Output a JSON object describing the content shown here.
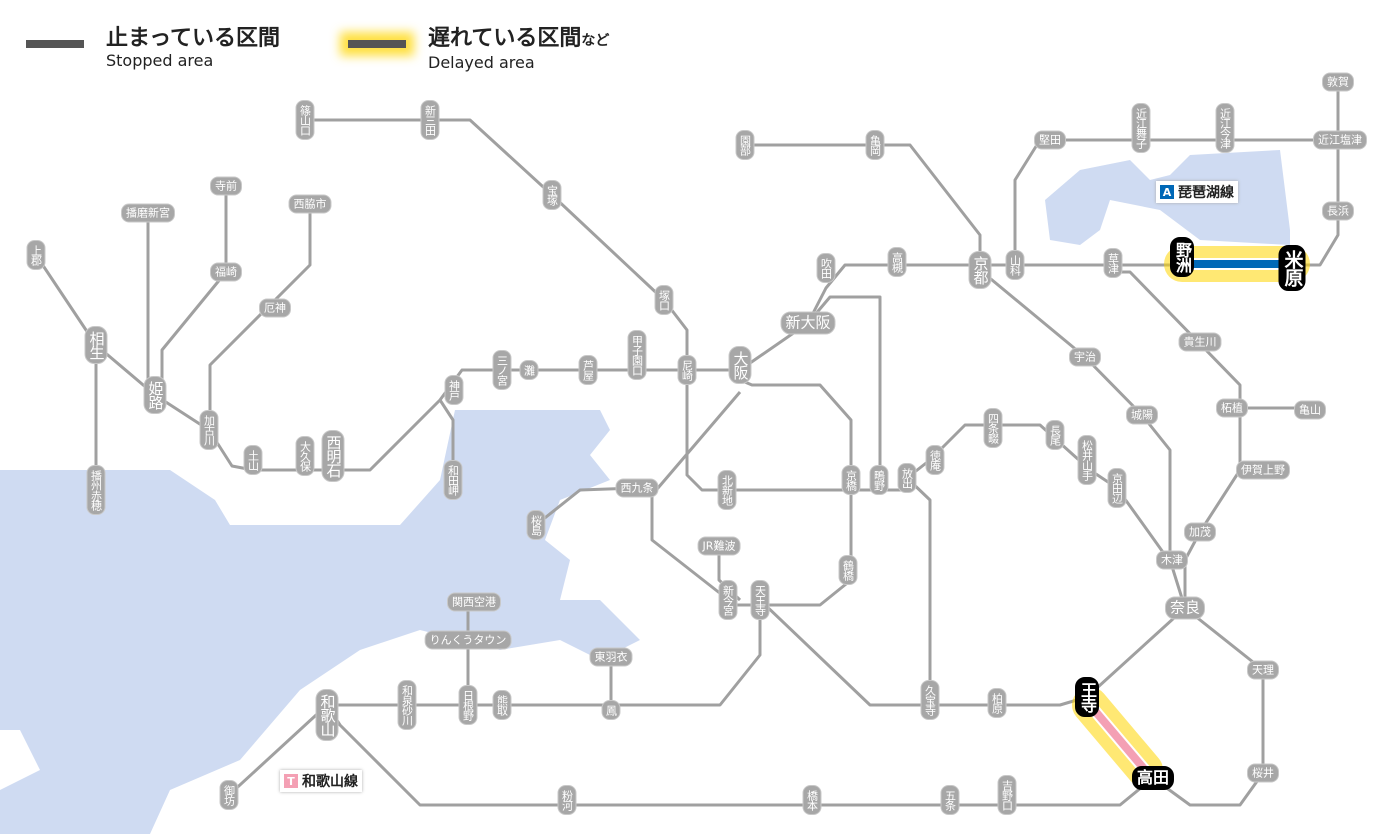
{
  "legend": {
    "stopped_jp": "止まっている区間",
    "stopped_en": "Stopped area",
    "delayed_jp": "遅れている区間",
    "delayed_suffix": "など",
    "delayed_en": "Delayed area"
  },
  "lines": {
    "biwako": {
      "badge": "A",
      "name": "琵琶湖線",
      "color": "#0068b7"
    },
    "wakayama": {
      "badge": "T",
      "name": "和歌山線",
      "color": "#f4a0b4"
    }
  },
  "colors": {
    "track": "#a0a0a0",
    "water": "#cfdbf2",
    "delay_glow": "#ffd600"
  },
  "stations": {
    "sasayamaguchi": "篠山口",
    "shinsanda": "新三田",
    "takarazuka": "宝塚",
    "teramae": "寺前",
    "harimashingu": "播磨新宮",
    "nishiwakishi": "西脇市",
    "kamigori": "上郡",
    "fukusaki": "福崎",
    "aioi": "相生",
    "himeji": "姫路",
    "yakujin": "厄神",
    "kakogawa": "加古川",
    "tsuchiyama": "土山",
    "okubo": "大久保",
    "nishiakashi": "西明石",
    "banshuako": "播州赤穂",
    "kobe": "神戸",
    "wadamisaki": "和田岬",
    "sannomiya": "三ノ宮",
    "nada": "灘",
    "ashiya": "芦屋",
    "koshienguchi": "甲子園口",
    "amagasaki": "尼崎",
    "tsukaguchi": "塚口",
    "osaka": "大阪",
    "shinosaka": "新大阪",
    "suita": "吹田",
    "takatsuki": "高槻",
    "kyoto": "京都",
    "yamashina": "山科",
    "kusatsu": "草津",
    "yasu": "野洲",
    "maibara": "米原",
    "nagahama": "長浜",
    "omishiotsu": "近江塩津",
    "tsuruga": "敦賀",
    "omiimazu": "近江今津",
    "omimaiko": "近江舞子",
    "katata": "堅田",
    "sonobe": "園部",
    "kameoka": "亀岡",
    "kibukawa": "貴生川",
    "uji": "宇治",
    "joyo": "城陽",
    "tsuge": "柘植",
    "kameyama": "亀山",
    "igaueno": "伊賀上野",
    "kamo": "加茂",
    "kizu": "木津",
    "nara": "奈良",
    "tenri": "天理",
    "sakurai": "桜井",
    "takada": "高田",
    "oji": "王寺",
    "kashiwara": "柏原",
    "kyuhoji": "久宝寺",
    "shijonawate": "四条畷",
    "nagao": "長尾",
    "matsuiyamate": "松井山手",
    "kyotanabe": "京田辺",
    "tokuan": "徳庵",
    "hanaten": "放出",
    "shigino": "鴫野",
    "kyobashi": "京橋",
    "kitashinchi": "北新地",
    "nishikujo": "西九条",
    "sakurajima": "桜島",
    "jrnamba": "JR難波",
    "shinimamiya": "新今宮",
    "tennoji": "天王寺",
    "tsuruhashi": "鶴橋",
    "kansaiairport": "関西空港",
    "rinkutown": "りんくうタウン",
    "higashihagoromo": "東羽衣",
    "otori": "鳳",
    "kumatori": "熊取",
    "hineno": "日根野",
    "izumisunagawa": "和泉砂川",
    "wakayama": "和歌山",
    "gobo": "御坊",
    "kokawa": "粉河",
    "hashimoto": "橋本",
    "gojo": "五条",
    "yoshinoguchi": "吉野口"
  }
}
